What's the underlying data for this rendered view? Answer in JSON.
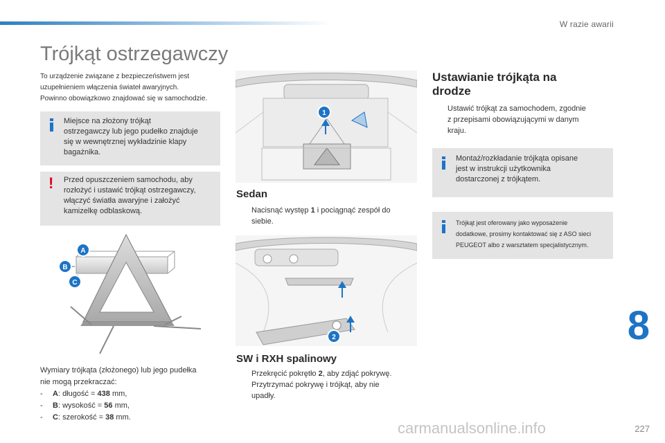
{
  "header": {
    "section": "W razie awarii"
  },
  "page_title": "Trójkąt ostrzegawczy",
  "intro": {
    "line1": "To urządzenie związane z bezpieczeństwem jest",
    "line2": "uzupełnieniem włączenia świateł awaryjnych.",
    "line3": "Powinno obowiązkowo znajdować się w samochodzie."
  },
  "info_box_1": {
    "line1": "Miejsce na złożony trójkąt",
    "line2": "ostrzegawczy lub jego pudełko znajduje",
    "line3": "się w wewnętrznej wykładzinie klapy",
    "line4": "bagażnika."
  },
  "warning_box": {
    "icon": "!",
    "line1": "Przed opuszczeniem samochodu, aby",
    "line2": "rozłożyć i ustawić trójkąt ostrzegawczy,",
    "line3": "włączyć światła awaryjne i założyć",
    "line4": "kamizelkę odblaskową."
  },
  "triangle_labels": {
    "a": "A",
    "b": "B",
    "c": "C"
  },
  "dimensions": {
    "line1": "Wymiary trójkąta (złożonego) lub jego pudełka",
    "line2": "nie mogą przekraczać:",
    "items": [
      {
        "dash": "-",
        "letter": "A",
        "label": ": długość = ",
        "value": "438",
        "unit": " mm,"
      },
      {
        "dash": "-",
        "letter": "B",
        "label": ": wysokość = ",
        "value": "56",
        "unit": " mm,"
      },
      {
        "dash": "-",
        "letter": "C",
        "label": ": szerokość = ",
        "value": "38",
        "unit": " mm."
      }
    ]
  },
  "sedan": {
    "callout": "1",
    "heading": "Sedan",
    "bullet_pre": "Nacisnąć występ ",
    "bullet_num": "1",
    "bullet_post": " i pociągnąć zespół do",
    "bullet_line2": "siebie."
  },
  "sw": {
    "callout": "2",
    "heading": "SW i RXH spalinowy",
    "bullet1_pre": "Przekręcić pokrętło ",
    "bullet1_num": "2",
    "bullet1_post": ", aby zdjąć pokrywę.",
    "bullet2_line1": "Przytrzymać pokrywę i trójkąt, aby nie",
    "bullet2_line2": "upadły."
  },
  "road": {
    "heading_line1": "Ustawianie trójkąta na",
    "heading_line2": "drodze",
    "bullet_line1": "Ustawić trójkąt za samochodem, zgodnie",
    "bullet_line2": "z przepisami obowiązującymi w danym",
    "bullet_line3": "kraju."
  },
  "info_box_2": {
    "line1": "Montaż/rozkładanie trójkąta opisane",
    "line2": "jest w instrukcji użytkownika",
    "line3": "dostarczonej z trójkątem."
  },
  "info_box_3": {
    "line1": "Trójkąt jest oferowany jako wyposażenie",
    "line2": "dodatkowe, prosimy kontaktować się z ASO sieci",
    "line3": "PEUGEOT albo z warsztatem specjalistycznym."
  },
  "bullet_symbol": "",
  "chapter_number": "8",
  "page_number": "227",
  "watermark": "carmanualsonline.info",
  "colors": {
    "accent": "#1d74c6",
    "warning": "#e0001b",
    "box_bg": "#e4e4e4"
  }
}
